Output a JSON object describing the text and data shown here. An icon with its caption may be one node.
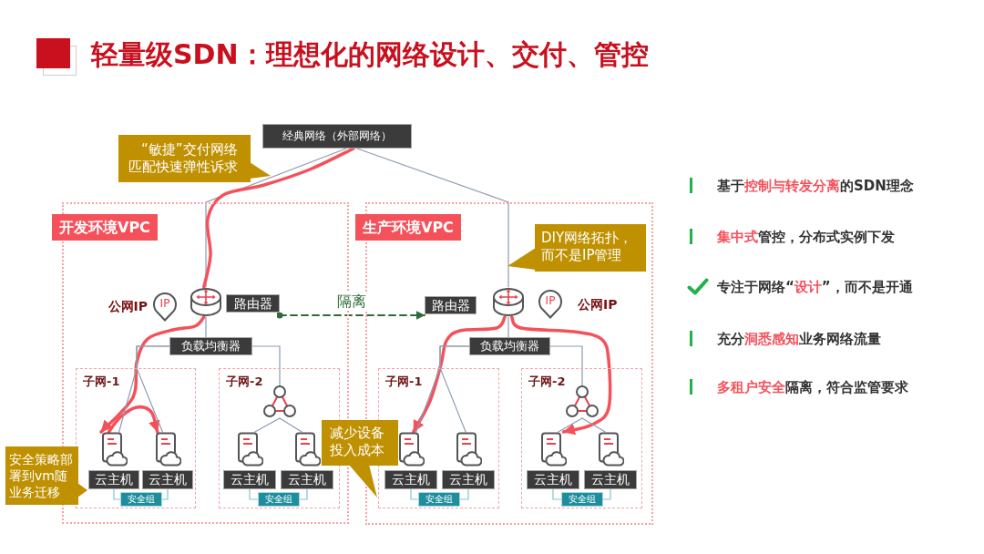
{
  "diagram": {
    "title": "轻量级SDN：理想化的网络设计、交付、管控",
    "nodes": [
      {
        "text": [
          "经典网络（外部网络）"
        ]
      },
      {
        "text": [
          "“敏捷”交付网络匹配快速弹性诉求"
        ]
      },
      {
        "text": [
          "开发环境VPC"
        ]
      },
      {
        "text": [
          "IP"
        ],
        "beside": [
          "公网IP"
        ],
        "in": 2
      },
      {
        "text": [
          "路由器"
        ],
        "in": 2
      },
      {
        "text": [
          "负载均衡器"
        ],
        "in": 2
      },
      {
        "text": [
          "子网-1"
        ],
        "in": 2
      },
      {
        "text": [
          "云主机"
        ],
        "in": 6
      },
      {
        "text": [
          "云主机"
        ],
        "in": 6
      },
      {
        "text": [
          "安全组"
        ],
        "in": 6
      },
      {
        "text": [
          "子网-2"
        ],
        "in": 2
      },
      {
        "text": [],
        "shape": "picture",
        "in": 10
      },
      {
        "text": [
          "云主机"
        ],
        "in": 10
      },
      {
        "text": [
          "云主机"
        ],
        "in": 10
      },
      {
        "text": [
          "安全组"
        ],
        "in": 10
      },
      {
        "text": [
          "安全策略部署到vm随业务迁移"
        ]
      },
      {
        "text": [
          "生产环境VPC"
        ]
      },
      {
        "text": [
          "DIY网络拓扑，而不是IP管理"
        ],
        "in": 16
      },
      {
        "text": [
          "路由器"
        ],
        "in": 16
      },
      {
        "text": [
          "IP"
        ],
        "beside": [
          "公网IP"
        ],
        "in": 16
      },
      {
        "text": [
          "负载均衡器"
        ],
        "in": 16
      },
      {
        "text": [
          "子网-1"
        ],
        "in": 16
      },
      {
        "text": [
          "云主机"
        ],
        "in": 21
      },
      {
        "text": [
          "云主机"
        ],
        "in": 21
      },
      {
        "text": [
          "安全组"
        ],
        "in": 21
      },
      {
        "text": [
          "子网-2"
        ],
        "in": 16
      },
      {
        "text": [],
        "shape": "picture",
        "in": 25
      },
      {
        "text": [
          "云主机"
        ],
        "in": 25
      },
      {
        "text": [
          "云主机"
        ],
        "in": 25
      },
      {
        "text": [
          "安全组"
        ],
        "in": 25
      },
      {
        "text": [
          "减少设备投入成本"
        ]
      }
    ],
    "edges": [
      {
        "from": 0,
        "to": 4,
        "arrow": "none"
      },
      {
        "from": 0,
        "to": 18,
        "arrow": "none"
      },
      {
        "from": 0,
        "to": 4,
        "arrow": "none",
        "style": "thick",
        "color": "#f4515b"
      },
      {
        "from": 4,
        "to": 7,
        "arrow": "to",
        "style": "thick",
        "color": "#f4515b"
      },
      {
        "from": 7,
        "to": 8,
        "arrow": "to",
        "style": "thick",
        "color": "#f4515b"
      },
      {
        "from": 4,
        "to": 5,
        "arrow": "none"
      },
      {
        "from": 5,
        "to": 7,
        "arrow": "none"
      },
      {
        "from": 5,
        "to": 8,
        "arrow": "none"
      },
      {
        "from": 5,
        "to": 11,
        "arrow": "none"
      },
      {
        "from": 11,
        "to": 12,
        "arrow": "none"
      },
      {
        "from": 11,
        "to": 13,
        "arrow": "none"
      },
      {
        "from": 9,
        "to": 7,
        "arrow": "none",
        "color": "#7fc6d0"
      },
      {
        "from": 9,
        "to": 8,
        "arrow": "none",
        "color": "#7fc6d0"
      },
      {
        "from": 14,
        "to": 12,
        "arrow": "none",
        "color": "#7fc6d0"
      },
      {
        "from": 14,
        "to": 13,
        "arrow": "none",
        "color": "#7fc6d0"
      },
      {
        "from": 4,
        "to": 18,
        "arrow": "to",
        "label": "隔离",
        "style": "dashed",
        "color": "#2e6b3a"
      },
      {
        "from": 18,
        "to": 20,
        "arrow": "none"
      },
      {
        "from": 18,
        "to": 22,
        "arrow": "to",
        "style": "thick",
        "color": "#f4515b"
      },
      {
        "from": 18,
        "to": 27,
        "arrow": "to",
        "style": "thick",
        "color": "#f4515b"
      },
      {
        "from": 20,
        "to": 22,
        "arrow": "none"
      },
      {
        "from": 20,
        "to": 23,
        "arrow": "none"
      },
      {
        "from": 20,
        "to": 26,
        "arrow": "none"
      },
      {
        "from": 26,
        "to": 27,
        "arrow": "none"
      },
      {
        "from": 26,
        "to": 28,
        "arrow": "none"
      },
      {
        "from": 24,
        "to": 22,
        "arrow": "none",
        "color": "#7fc6d0"
      },
      {
        "from": 24,
        "to": 23,
        "arrow": "none",
        "color": "#7fc6d0"
      },
      {
        "from": 29,
        "to": 27,
        "arrow": "none",
        "color": "#7fc6d0"
      },
      {
        "from": 29,
        "to": 28,
        "arrow": "none",
        "color": "#7fc6d0"
      }
    ],
    "labels": [
      "基于**控制与转发分离**的SDN理念",
      "**集中式**管控，分布式实例下发",
      "专注于网络“**设计**”，而不是开通",
      "充分**洞悉感知**业务网络流量",
      "**多租户安全**隔离，符合监管要求"
    ]
  }
}
